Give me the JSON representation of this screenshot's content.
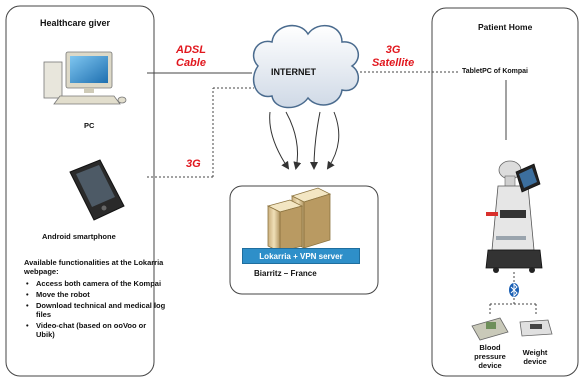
{
  "healthcare": {
    "title": "Healthcare giver",
    "pc_label": "PC",
    "phone_label": "Android smartphone",
    "features_title": "Available functionalities at the Lokarria webpage:",
    "features": [
      "Access  both camera of the Kompai",
      "Move the robot",
      "Download technical and medical log files",
      "Video-chat (based on ooVoo or Ubik)"
    ]
  },
  "network": {
    "internet_label": "INTERNET",
    "adsl_label_line1": "ADSL",
    "adsl_label_line2": "Cable",
    "three_g_label": "3G",
    "satellite_label_line1": "3G",
    "satellite_label_line2": "Satellite"
  },
  "server": {
    "badge_label": "Lokarria + VPN server",
    "location": "Biarritz – France"
  },
  "patient": {
    "title": "Patient Home",
    "tablet_label": "TabletPC of Kompai",
    "blood_pressure_line1": "Blood",
    "blood_pressure_line2": "pressure",
    "blood_pressure_line3": "device",
    "weight_line1": "Weight",
    "weight_line2": "device"
  },
  "colors": {
    "accent_red": "#e1171e",
    "server_blue": "#2e8fc9",
    "bluetooth_blue": "#1a5fb4"
  }
}
